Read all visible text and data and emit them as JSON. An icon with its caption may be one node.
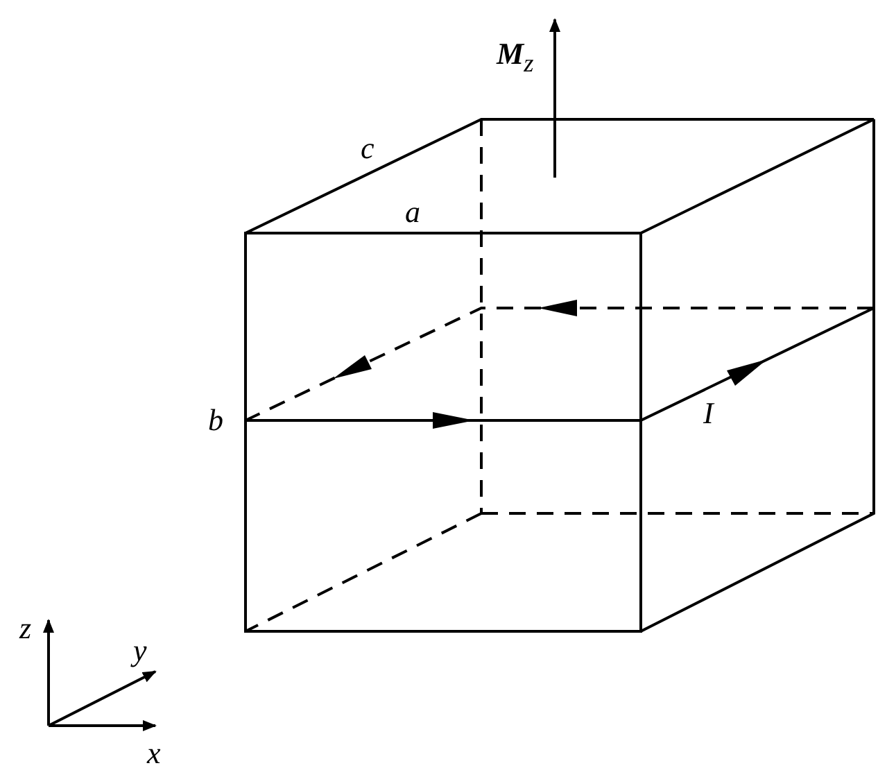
{
  "diagram": {
    "labels": [
      "**M**$_{z}$",
      "c",
      "a",
      "b",
      "I",
      "z",
      "y",
      "x"
    ]
  }
}
